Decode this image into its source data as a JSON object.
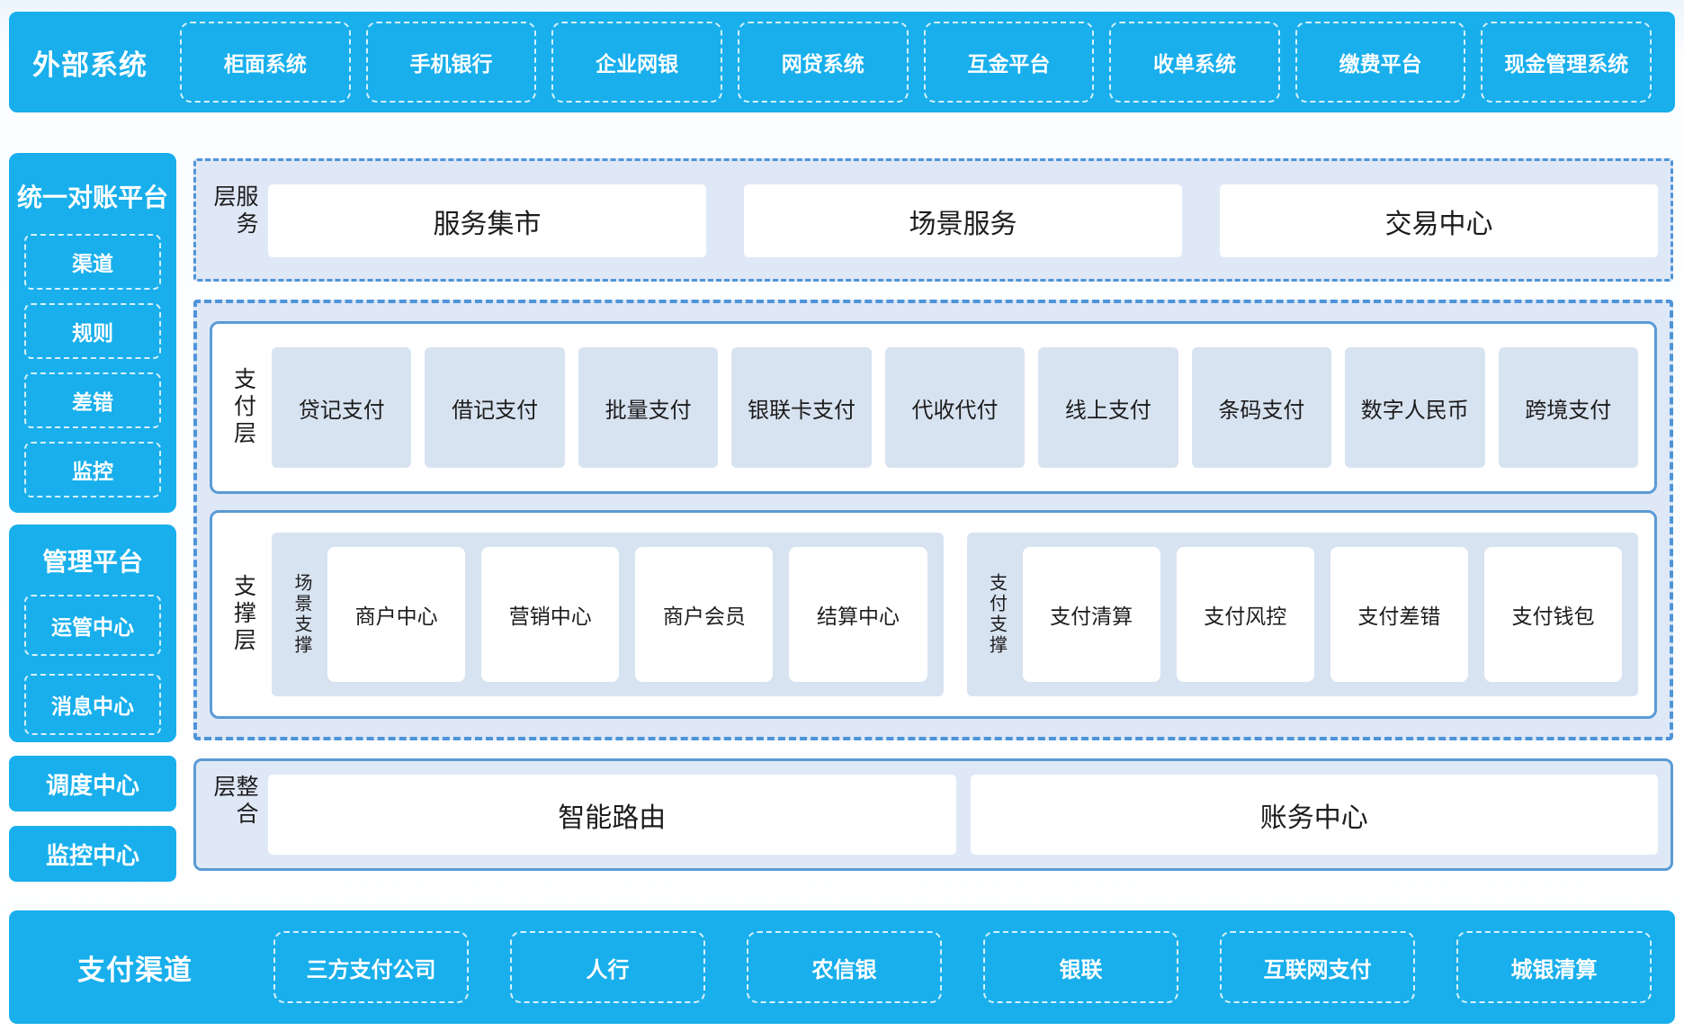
{
  "colors": {
    "accent_blue": "#18afec",
    "solid_border_blue": "#5b9bd5",
    "dashed_border_blue": "#4e94d9",
    "section_bg": "#dfe8f6",
    "light_chip_bg": "#d8e3f1",
    "text_dark": "#1c1c1c",
    "text_white": "#ffffff"
  },
  "top_bar": {
    "title": "外部系统",
    "items": [
      "柜面系统",
      "手机银行",
      "企业网银",
      "网贷系统",
      "互金平台",
      "收单系统",
      "缴费平台",
      "现金管理系统"
    ]
  },
  "sidebar": {
    "panels": [
      {
        "title": "统一对账平台",
        "items": [
          "渠道",
          "规则",
          "差错",
          "监控"
        ]
      },
      {
        "title": "管理平台",
        "items": [
          "运管中心",
          "消息中心"
        ]
      }
    ],
    "blocks": [
      "调度中心",
      "监控中心"
    ]
  },
  "main": {
    "service_layer": {
      "label": "服务层",
      "items": [
        "服务集市",
        "场景服务",
        "交易中心"
      ]
    },
    "payment_layer": {
      "label": "支付层",
      "items": [
        "贷记支付",
        "借记支付",
        "批量支付",
        "银联卡支付",
        "代收代付",
        "线上支付",
        "条码支付",
        "数字人民币",
        "跨境支付"
      ]
    },
    "support_layer": {
      "label": "支撑层",
      "groups": [
        {
          "label": "场景支撑",
          "items": [
            "商户中心",
            "营销中心",
            "商户会员",
            "结算中心"
          ]
        },
        {
          "label": "支付支撑",
          "items": [
            "支付清算",
            "支付风控",
            "支付差错",
            "支付钱包"
          ]
        }
      ]
    },
    "integration_layer": {
      "label": "整合层",
      "items": [
        "智能路由",
        "账务中心"
      ]
    }
  },
  "bottom_bar": {
    "title": "支付渠道",
    "items": [
      "三方支付公司",
      "人行",
      "农信银",
      "银联",
      "互联网支付",
      "城银清算"
    ]
  }
}
